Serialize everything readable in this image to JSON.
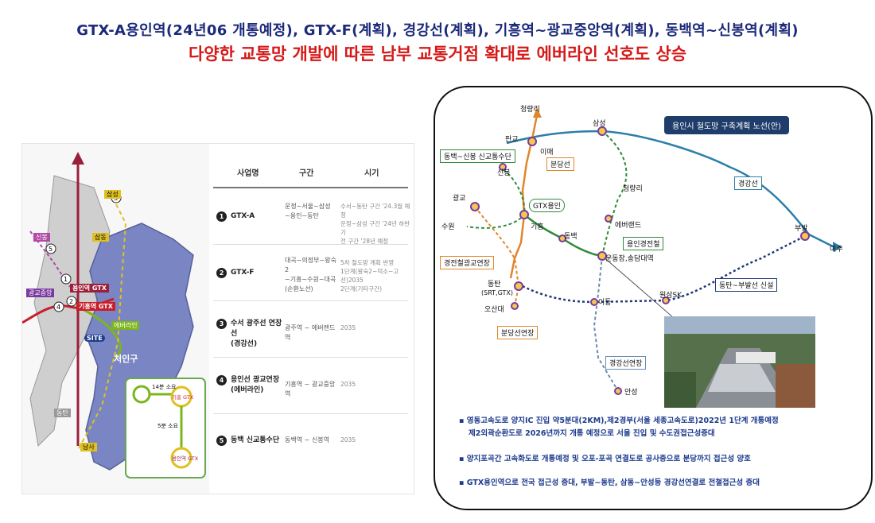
{
  "header": {
    "line1": "GTX-A용인역(24년06 개통예정), GTX-F(계획), 경강선(계획), 기흥역~광교중앙역(계획), 동백역~신봉역(계획)",
    "line2": "다양한 교통망 개발에 따른 남부 교통거점 확대로 에버라인 선호도 상승"
  },
  "left_map": {
    "labels": {
      "samsung_top": "삼성",
      "samsung": "삼동",
      "sinbong": "신봉",
      "gwanggyo": "광교중앙",
      "yongin": "용인역 GTX",
      "giheung": "기흥역 GTX",
      "everline": "에버라인",
      "site": "SITE",
      "cheoingu": "처인구",
      "dongtan": "동탄",
      "namsa": "남사"
    },
    "inset": {
      "time1": "14분 소요",
      "time2": "5분 소요",
      "st1": "기흥 GTX",
      "st2": "용인역 GTX"
    }
  },
  "table": {
    "headers": [
      "사업명",
      "구간",
      "시기"
    ],
    "rows": [
      {
        "no": "1",
        "name": "GTX-A",
        "section": "운정~서울~삼성\n~용인~동탄",
        "timing": "수서~동탄 구간 '24.3월 예정\n운정~삼성 구간 '24년 하반기\n전 구간 '28년 예정"
      },
      {
        "no": "2",
        "name": "GTX-F",
        "section": "대곡~의정부~왕숙2\n~기흥~수원~대곡\n(순환노선)",
        "timing": "5차 철도망 계획 반영\n1단계(왕숙2~덕소~고선)2035\n2단계(기타구간)"
      },
      {
        "no": "3",
        "name": "수서 광주선 연장선\n(경강선)",
        "section": "광주역 ~ 에버랜드역",
        "timing": "2035"
      },
      {
        "no": "4",
        "name": "용인선 광교연장\n(에버라인)",
        "section": "기흥역 ~ 광교중앙역",
        "timing": "2035"
      },
      {
        "no": "5",
        "name": "동백 신교통수단",
        "section": "동백역 ~ 신봉역",
        "timing": "2035"
      }
    ]
  },
  "right_map": {
    "title": "용인시 철도망 구축계획 노선(안)",
    "stations": {
      "cheongnyangni_top": "청량리",
      "samseong": "삼성",
      "pangyo": "판교",
      "imae": "이매",
      "cheongnyangni_mid": "청량리",
      "gwanggyo": "광교",
      "suwon": "수원",
      "sinbong": "신봉",
      "giheung": "기흥",
      "dongbaek": "동백",
      "everland": "에버랜드",
      "gtx_yongin": "GTX용인",
      "ungdongjang": "운동장,송담대역",
      "dongtan": "동탄",
      "srt": "(SRT,GTX)",
      "osan": "오산대",
      "idong": "이동",
      "wonsam": "원삼SK",
      "bubal": "부발",
      "yeoju": "여주",
      "anseong": "안성"
    },
    "boxes": {
      "dongbaek_sinbong": "동백~신봉 신교통수단",
      "bundang": "분당선",
      "gyeonggang": "경강선",
      "yongin_gyeongcheol": "용인경전철",
      "gyeongcheol_ext": "경전철광교연장",
      "dongtan_bubal": "동탄~부발선 신설",
      "bundang_ext": "분당선연장",
      "gyeonggang_ext": "경강선연장"
    },
    "bullets": [
      "영동고속도로 양지IC 진입 약5분대(2KM),제2경부(서울 세종고속도로)2022년 1단계 개통예정",
      "제2외곽순환도로 2026년까지 개통 예정으로 서울 진입 및 수도권접근성증대",
      "양지포곡간 고속화도로 개통예정 및 오포-포곡 연결도로 공사중으로 분당까지 접근성 양호",
      "GTX용인역으로 전국 접근성 증대, 부발~동탄, 삼동~안성등 경강선연결로 전철접근성 증대"
    ]
  },
  "colors": {
    "title_navy": "#1c2a7a",
    "title_red": "#d61818",
    "gtx_a": "#9b1f3a",
    "everline": "#7cb51c",
    "gyeonggang": "#2b7fa8",
    "bundang": "#e0862a",
    "dashed_green": "#2e8b3a",
    "dongtan_bubal": "#1e3c78"
  }
}
